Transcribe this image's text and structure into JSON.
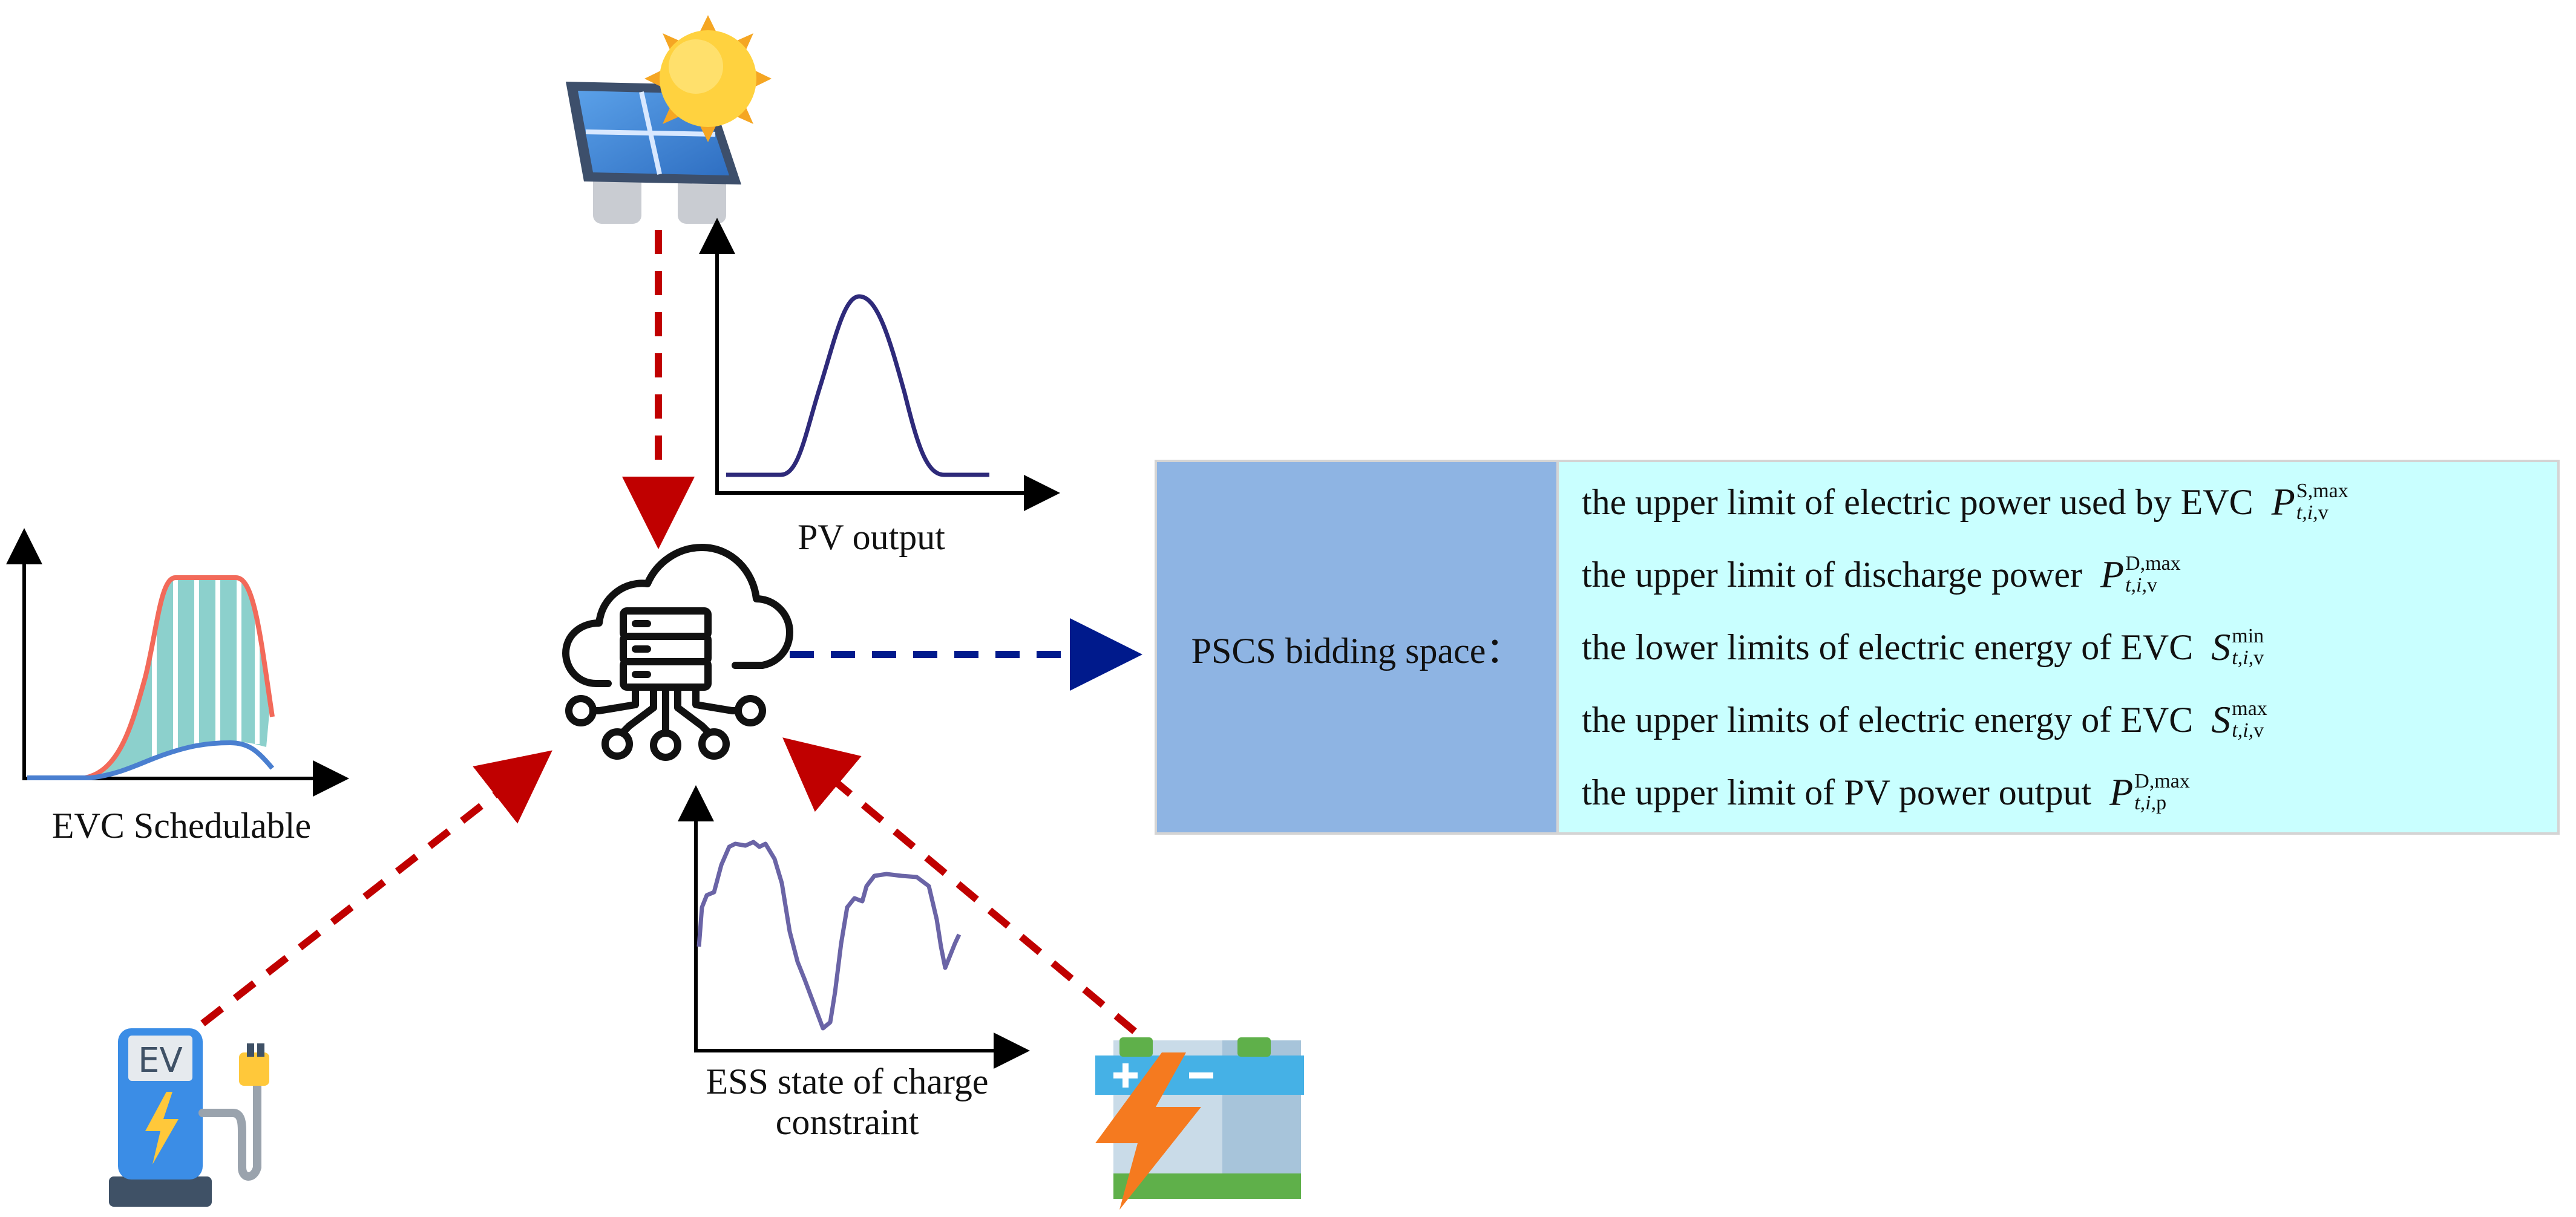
{
  "labels": {
    "pv_output": "PV output",
    "evc_schedulable": "EVC Schedulable",
    "ess_line1": "ESS state of charge",
    "ess_line2": "constraint",
    "ev_sign": "EV"
  },
  "table": {
    "title": "PSCS bidding space：",
    "rows": [
      {
        "text": "the upper limit of electric power used by EVC",
        "sym": "P",
        "sup": "S,max",
        "sub": "t,i,",
        "sub_up": "v"
      },
      {
        "text": "the upper limit of discharge power",
        "sym": "P",
        "sup": "D,max",
        "sub": "t,i,",
        "sub_up": "v"
      },
      {
        "text": "the lower limits of electric energy of EVC",
        "sym": "S",
        "sup": "min",
        "sub": "t,i,",
        "sub_up": "v"
      },
      {
        "text": "the upper limits of electric energy of EVC",
        "sym": "S",
        "sup": "max",
        "sub": "t,i,",
        "sub_up": "v"
      },
      {
        "text": "the upper limit of PV power output",
        "sym": "P",
        "sup": "D,max",
        "sub": "t,i,",
        "sub_up": "p"
      }
    ]
  },
  "colors": {
    "red_arrow": "#c00000",
    "blue_arrow": "#001a8c",
    "pv_curve": "#2e2a7a",
    "ess_curve": "#6a64a6",
    "evc_fill": "#8cd0cc",
    "evc_red": "#f26a5a",
    "evc_blue": "#4a7fd0",
    "table_left_bg": "#8eb4e3",
    "table_right_bg": "#c9ffff"
  },
  "icons": [
    "solar-panel-sun-icon",
    "cloud-server-icon",
    "ev-charger-icon",
    "battery-lightning-icon"
  ]
}
